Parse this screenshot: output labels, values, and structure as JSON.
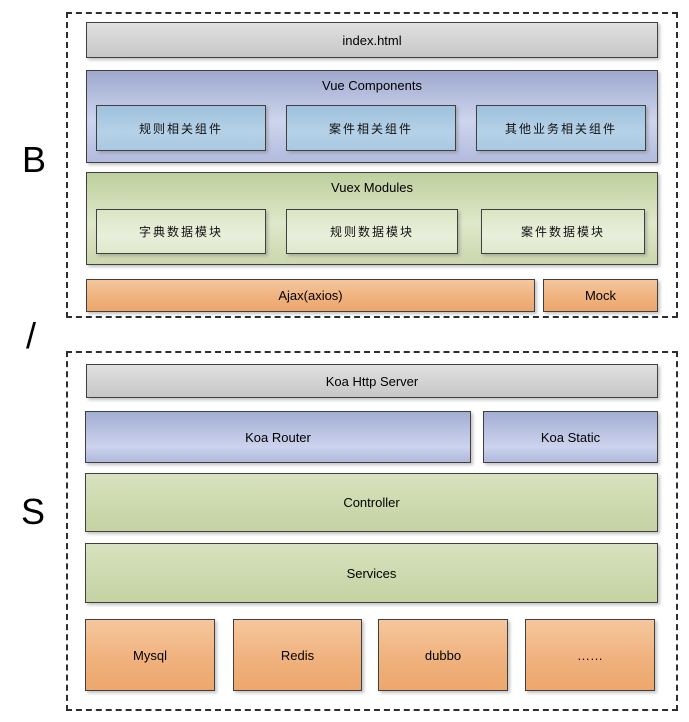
{
  "side_labels": {
    "browser": "B",
    "separator": "/",
    "server": "S"
  },
  "browser": {
    "index_bar": "index.html",
    "vue_components": {
      "title": "Vue Components",
      "items": [
        {
          "label": "规则相关组件"
        },
        {
          "label": "案件相关组件"
        },
        {
          "label": "其他业务相关组件"
        }
      ]
    },
    "vuex_modules": {
      "title": "Vuex Modules",
      "items": [
        {
          "label": "字典数据模块"
        },
        {
          "label": "规则数据模块"
        },
        {
          "label": "案件数据模块"
        }
      ]
    },
    "ajax_bar": "Ajax(axios)",
    "mock_box": "Mock"
  },
  "server": {
    "http_server_bar": "Koa Http Server",
    "router_box": "Koa Router",
    "static_box": "Koa Static",
    "controller_bar": "Controller",
    "services_bar": "Services",
    "datasources": [
      {
        "label": "Mysql"
      },
      {
        "label": "Redis"
      },
      {
        "label": "dubbo"
      },
      {
        "label": "……"
      }
    ]
  },
  "colors": {
    "gray_bar": "#cfcfcf",
    "purple_group": "#b2bbde",
    "blue_box": "#aacae2",
    "green_group": "#cbd7ad",
    "light_green_box": "#e2eacd",
    "green_bar": "#ccd8ad",
    "orange_box": "#f0b27e",
    "border": "#404040",
    "dashed_border": "#2e2e2e"
  }
}
